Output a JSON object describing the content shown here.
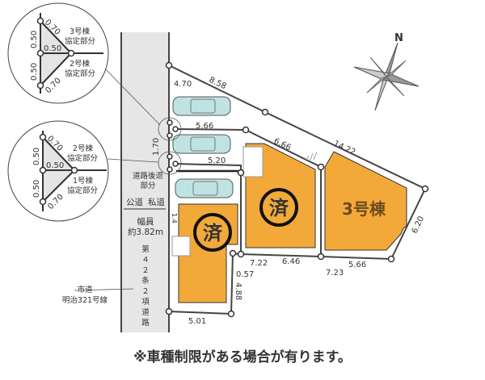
{
  "detail_top": {
    "d1": "0.70",
    "d2": "0.50",
    "d3": "0.50",
    "d4": "0.50",
    "d5": "0.70",
    "label_a": "3号棟",
    "label_a2": "協定部分",
    "label_b": "2号棟",
    "label_b2": "協定部分"
  },
  "detail_bottom": {
    "d1": "0.70",
    "d2": "0.50",
    "d3": "0.50",
    "d4": "0.50",
    "d5": "0.70",
    "label_a": "2号棟",
    "label_a2": "協定部分",
    "label_b": "1号棟",
    "label_b2": "協定部分"
  },
  "road": {
    "setback_1": "道路後退",
    "setback_2": "部分",
    "public": "公道",
    "private": "私道",
    "width_1": "幅員",
    "width_2": "約3.82m",
    "type": [
      "第",
      "４",
      "２",
      "条",
      "２",
      "項",
      "道",
      "路"
    ],
    "city_1": "市道",
    "city_2": "明治321号線"
  },
  "dims": {
    "d470": "4.70",
    "d858": "8.58",
    "d566a": "5.66",
    "d170": "1.70",
    "d520": "5.20",
    "d666": "6.66",
    "d1422": "14.22",
    "d620": "6.20",
    "d566b": "5.66",
    "d723": "7.23",
    "d646": "6.46",
    "d722": "7.22",
    "d057": "0.57",
    "d488": "4.88",
    "d501": "5.01",
    "d14": "1.4"
  },
  "lots": {
    "sold_mark_1": "済",
    "sold_mark_2": "済",
    "lot3": "3号棟"
  },
  "compass": {
    "north": "N"
  },
  "colors": {
    "lot": "#f3a93a",
    "road": "#e6e6e6",
    "car": "#bfe3e3"
  },
  "footer_note": "※車種制限がある場合が有ります。"
}
